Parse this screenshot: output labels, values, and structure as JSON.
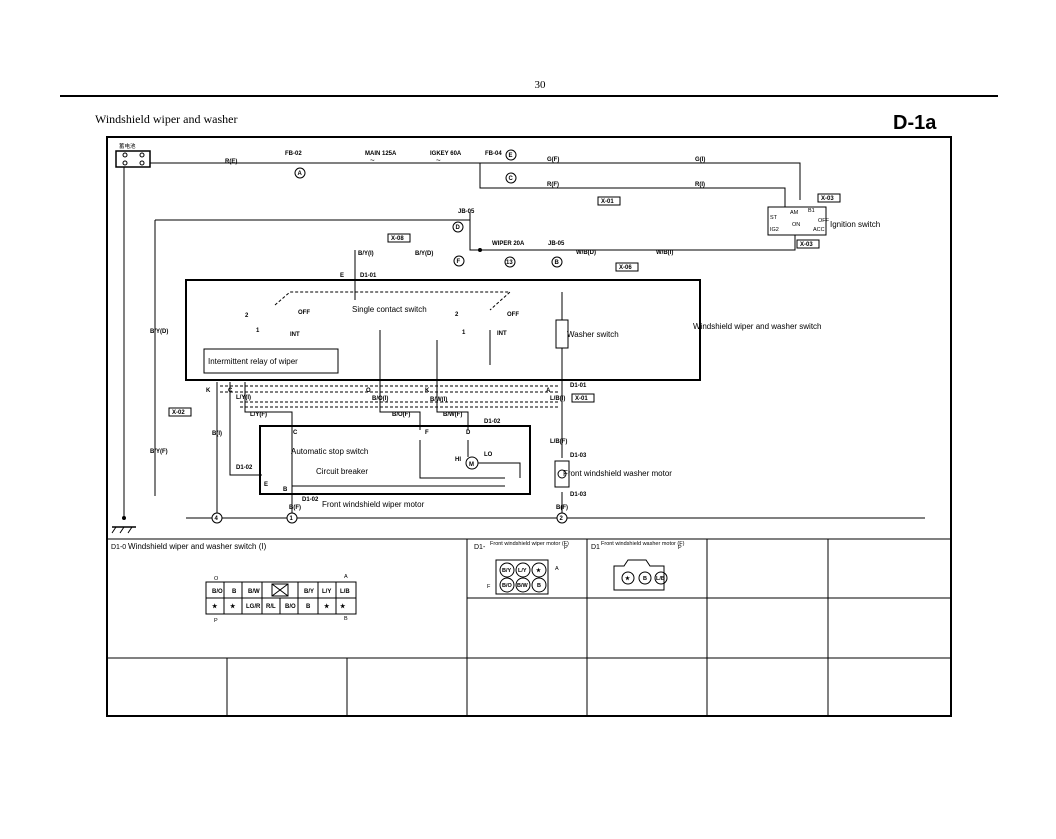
{
  "page": {
    "number": "30",
    "title": "Windshield wiper and washer",
    "code": "D-1a"
  },
  "components": {
    "battery": "蓄电池",
    "ignition_switch": "Ignition switch",
    "single_contact_switch": "Single contact switch",
    "wiper_washer_switch": "Windshield wiper and washer switch",
    "washer_switch": "Washer switch",
    "intermittent_relay": "Intermittent relay of wiper",
    "auto_stop_switch": "Automatic stop switch",
    "circuit_breaker": "Circuit breaker",
    "front_wiper_motor": "Front windshield wiper motor",
    "front_washer_motor": "Front windshield washer motor"
  },
  "fuses": {
    "fb02": "FB-02",
    "main": "MAIN 125A",
    "igkey": "IGKEY 60A",
    "fb04": "FB-04",
    "jb05_top": "JB-05",
    "wiper": "WIPER 20A",
    "jb05_mid": "JB-05"
  },
  "circled": {
    "a": "A",
    "e": "E",
    "c": "C",
    "d": "D",
    "f": "F",
    "n13": "13",
    "b": "B",
    "g4": "4",
    "g1": "1",
    "g2": "2"
  },
  "connectors": {
    "x03a": "X-03",
    "x03b": "X-03",
    "x01a": "X-01",
    "x08": "X-08",
    "x06": "X-06",
    "x02": "X-02",
    "x01b": "X-01",
    "d101": "D1-01",
    "d101b": "D1-01",
    "d102a": "D1-02",
    "d102b": "D1-02",
    "d102c": "D1-02",
    "d103a": "D1-03",
    "d103b": "D1-03"
  },
  "wires": {
    "re": "R(E)",
    "gf": "G(F)",
    "gi": "G(I)",
    "rf": "R(F)",
    "ri": "R(I)",
    "byi": "B/Y(I)",
    "byd_top": "B/Y(D)",
    "wbd": "W/B(D)",
    "wbi": "W/B(I)",
    "byd_left": "B/Y(D)",
    "byf_left": "B/Y(F)",
    "bi": "B(I)",
    "lyi": "L/Y(I)",
    "lyf": "L/Y(F)",
    "boi": "B/O(I)",
    "bof": "B/O(F)",
    "bwi": "B/W(I)",
    "bwf": "B/W(F)",
    "lbi": "L/B(I)",
    "lbf": "L/B(F)",
    "bf1": "B(F)",
    "bf2": "B(F)"
  },
  "pins": {
    "e": "E",
    "k": "K",
    "c": "C",
    "o": "O",
    "k2": "K",
    "a": "A",
    "c2": "C",
    "f": "F",
    "d": "D",
    "e2": "E",
    "b": "B",
    "hi": "HI",
    "lo": "LO",
    "off1": "OFF",
    "int1": "INT",
    "off2": "OFF",
    "int2": "INT",
    "n2": "2",
    "n1": "1",
    "n1b": "1",
    "n2b": "2"
  },
  "ignition_pins": {
    "st": "ST",
    "ig2": "IG2",
    "on": "ON",
    "b1": "B1",
    "acc": "ACC",
    "off": "OFF",
    "am": "AM"
  },
  "table": {
    "cell1": {
      "code": "D1-0",
      "title": "Windshield wiper and washer switch (I)",
      "pin_o": "O",
      "pin_a": "A",
      "pin_p": "P",
      "pin_b": "B",
      "row1": [
        "B/O",
        "B",
        "B/W",
        "",
        "B/Y",
        "L/Y",
        "L/B"
      ],
      "row2": [
        "★",
        "★",
        "LG/R",
        "R/L",
        "B/O",
        "B",
        "★",
        "★"
      ]
    },
    "cell2": {
      "code": "D1-",
      "title": "Front windshield wiper motor (F)",
      "suffix": "P",
      "pin_a": "A",
      "pin_f": "F",
      "row1": [
        "B/Y",
        "L/Y",
        "★"
      ],
      "row2": [
        "B/O",
        "B/W",
        "B"
      ]
    },
    "cell3": {
      "code": "D1",
      "title": "Front windshield washer motor (F)",
      "suffix": "P",
      "row": [
        "★",
        "B",
        "L/B"
      ]
    }
  }
}
